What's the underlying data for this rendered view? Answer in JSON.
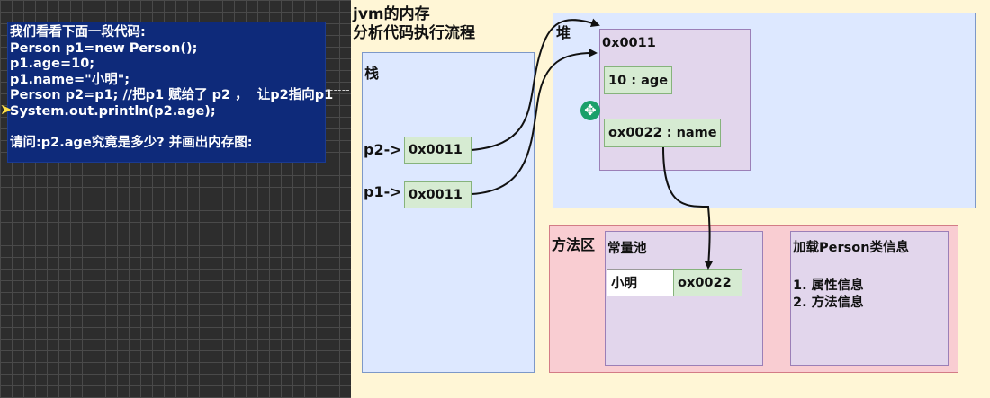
{
  "code_panel": {
    "lines": [
      "我们看看下面一段代码:",
      "Person p1=new Person();",
      "p1.age=10;",
      "p1.name=\"小明\";",
      "Person p2=p1; //把p1 赋给了 p2 ，  让p2指向p1",
      "System.out.println(p2.age);",
      "",
      "请问:p2.age究竟是多少? 并画出内存图:"
    ]
  },
  "diagram": {
    "title_line1": "jvm的内存",
    "title_line2": "分析代码执行流程",
    "stack": {
      "label": "栈",
      "p2_label": "p2->",
      "p2_value": "0x0011",
      "p1_label": "p1->",
      "p1_value": "0x0011"
    },
    "heap": {
      "label": "堆",
      "object_address": "0x0011",
      "age_field": "10 : age",
      "name_field": "ox0022 : name"
    },
    "method_area": {
      "label": "方法区",
      "constant_pool": {
        "label": "常量池",
        "string_value": "小明",
        "string_address": "ox0022"
      },
      "class_info": {
        "label": "加载Person类信息",
        "item1": "1. 属性信息",
        "item2": "2. 方法信息"
      }
    }
  },
  "colors": {
    "code_bg": "#0e2a7a",
    "canvas_bg": "#fff6d6",
    "region_blue": "#dde8ff",
    "region_pink": "#f9cdd2",
    "region_purple": "#e2d6ec",
    "cell_green": "#d6ebd2"
  }
}
